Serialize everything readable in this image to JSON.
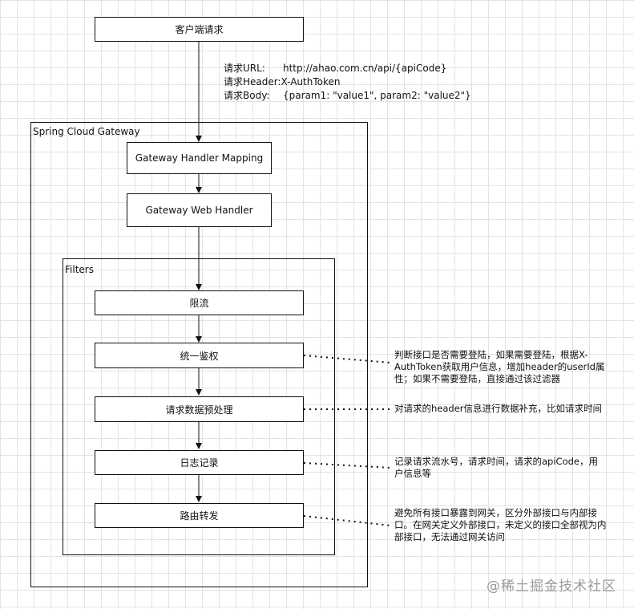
{
  "client": {
    "label": "客户端请求"
  },
  "request": {
    "url_key": "请求URL:",
    "url_val": "http://ahao.com.cn/api/{apiCode}",
    "header_key": "请求Header:",
    "header_val": "X-AuthToken",
    "body_key": "请求Body:",
    "body_val": "{param1: \"value1\", param2: \"value2\"}"
  },
  "gateway": {
    "title": "Spring Cloud Gateway",
    "handler_mapping": "Gateway Handler Mapping",
    "web_handler": "Gateway Web Handler"
  },
  "filters": {
    "title": "Filters",
    "items": [
      "限流",
      "统一鉴权",
      "请求数据预处理",
      "日志记录",
      "路由转发"
    ]
  },
  "notes": {
    "auth": "判断接口是否需要登陆，如果需要登陆，根据X-AuthToken获取用户信息，增加header的userId属性；如果不需要登陆，直接通过该过滤器",
    "preprocess": "对请求的header信息进行数据补充，比如请求时间",
    "log": "记录请求流水号，请求时间，请求的apiCode，用户信息等",
    "route": "避免所有接口暴露到网关，区分外部接口与内部接口。在网关定义外部接口，未定义的接口全部视为内部接口，无法通过网关访问"
  },
  "watermark": "@稀土掘金技术社区"
}
